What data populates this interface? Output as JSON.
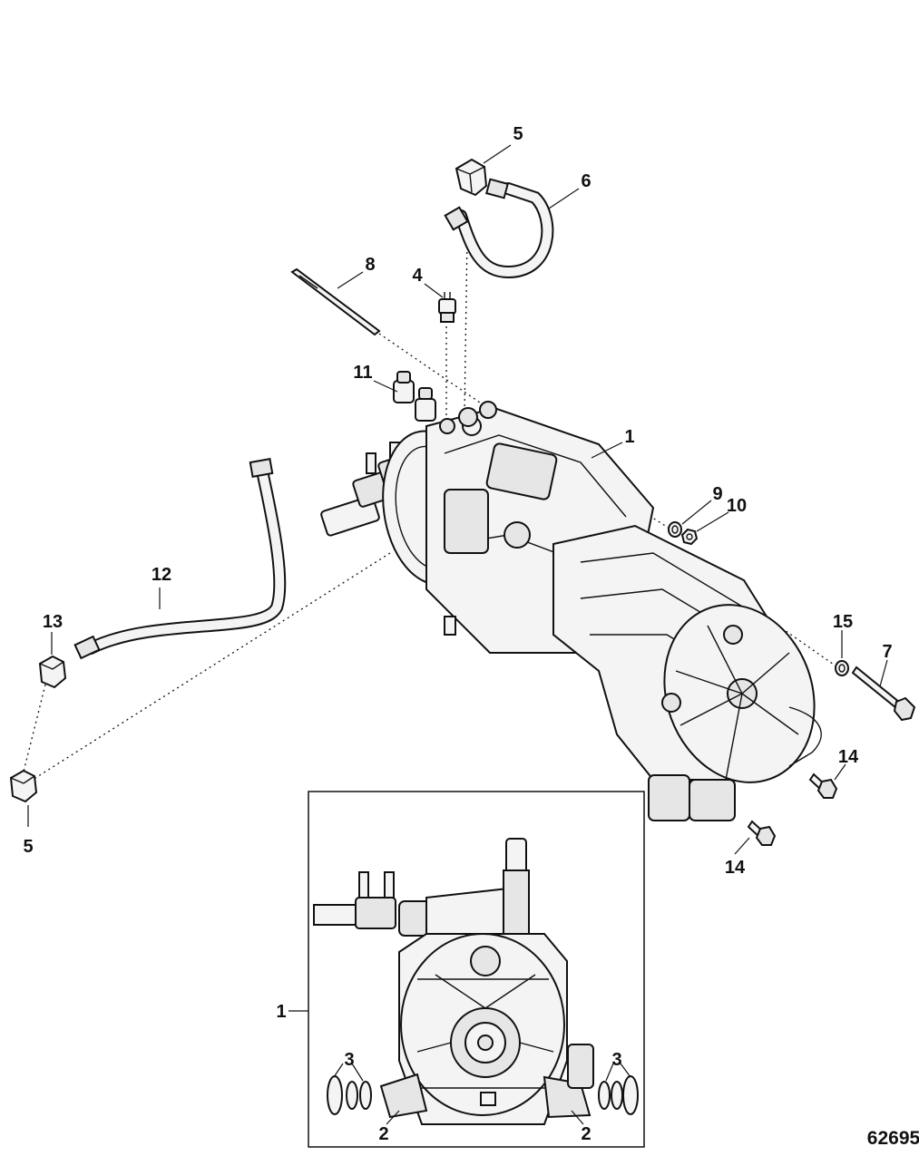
{
  "callouts": {
    "c1": "1",
    "c2": "2",
    "c3": "3",
    "c4": "4",
    "c5": "5",
    "c6": "6",
    "c7": "7",
    "c8": "8",
    "c9": "9",
    "c10": "10",
    "c11": "11",
    "c12": "12",
    "c13": "13",
    "c14": "14",
    "c15": "15"
  },
  "figure_number": "62695"
}
